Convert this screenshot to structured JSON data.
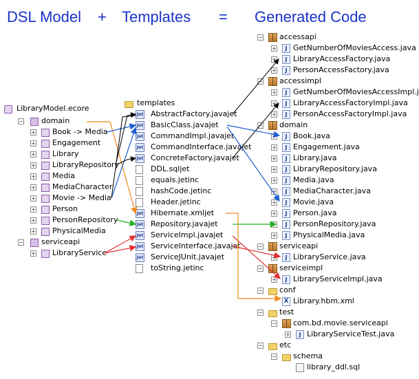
{
  "header": {
    "part1": "DSL Model",
    "plus": "+",
    "part2": "Templates",
    "equals": "=",
    "part3": "Generated Code"
  },
  "model_tree": {
    "root": "LibraryModel.ecore",
    "domain": "domain",
    "domain_items": [
      "Book -> Media",
      "Engagement",
      "Library",
      "LibraryRepository",
      "Media",
      "MediaCharacter",
      "Movie -> Media",
      "Person",
      "PersonRepository",
      "PhysicalMedia"
    ],
    "serviceapi": "serviceapi",
    "serviceapi_items": [
      "LibraryService"
    ]
  },
  "templates_tree": {
    "root": "templates",
    "items": [
      "AbstractFactory.javajet",
      "BasicClass.javajet",
      "CommandImpl.javajet",
      "CommandInterface.javajet",
      "ConcreteFactory.javajet",
      "DDL.sqljet",
      "equals.jetinc",
      "hashCode.jetinc",
      "Header.jetinc",
      "Hibernate.xmljet",
      "Repository.javajet",
      "ServiceImpl.javajet",
      "ServiceInterface.javajet",
      "ServiceJUnit.javajet",
      "toString.jetinc"
    ]
  },
  "generated_tree": {
    "accessapi": "accessapi",
    "accessapi_items": [
      "GetNumberOfMoviesAccess.java",
      "LibraryAccessFactory.java",
      "PersonAccessFactory.java"
    ],
    "accessimpl": "accessimpl",
    "accessimpl_items": [
      "GetNumberOfMoviesAccessImpl.java",
      "LibraryAccessFactoryImpl.java",
      "PersonAccessFactoryImpl.java"
    ],
    "domain": "domain",
    "domain_items": [
      "Book.java",
      "Engagement.java",
      "Library.java",
      "LibraryRepository.java",
      "Media.java",
      "MediaCharacter.java",
      "Movie.java",
      "Person.java",
      "PersonRepository.java",
      "PhysicalMedia.java"
    ],
    "serviceapi": "serviceapi",
    "serviceapi_items": [
      "LibraryService.java"
    ],
    "serviceimpl": "serviceimpl",
    "serviceimpl_items": [
      "LibraryServiceImpl.java"
    ],
    "conf": "conf",
    "conf_items": [
      "Library.hbm.xml"
    ],
    "test": "test",
    "test_pkg": "com.bd.movie.serviceapi",
    "test_items": [
      "LibraryServiceTest.java"
    ],
    "etc": "etc",
    "schema": "schema",
    "schema_items": [
      "library_ddl.sql"
    ]
  },
  "colors": {
    "header": "#1a33c8",
    "arrow_black": "#000000",
    "arrow_blue": "#1f5fd0",
    "arrow_green": "#22b022",
    "arrow_red": "#e03030",
    "arrow_orange": "#f08a1e"
  },
  "icons": {
    "model_root": "ecore-file-icon",
    "model_pkg": "package-icon",
    "model_class": "eclass-icon",
    "template_folder": "folder-icon",
    "template_file": "jet-template-icon",
    "template_inc": "include-file-icon",
    "gen_package": "java-package-icon",
    "gen_java": "java-file-icon",
    "gen_xml": "xml-file-icon",
    "gen_sql": "sql-file-icon"
  }
}
